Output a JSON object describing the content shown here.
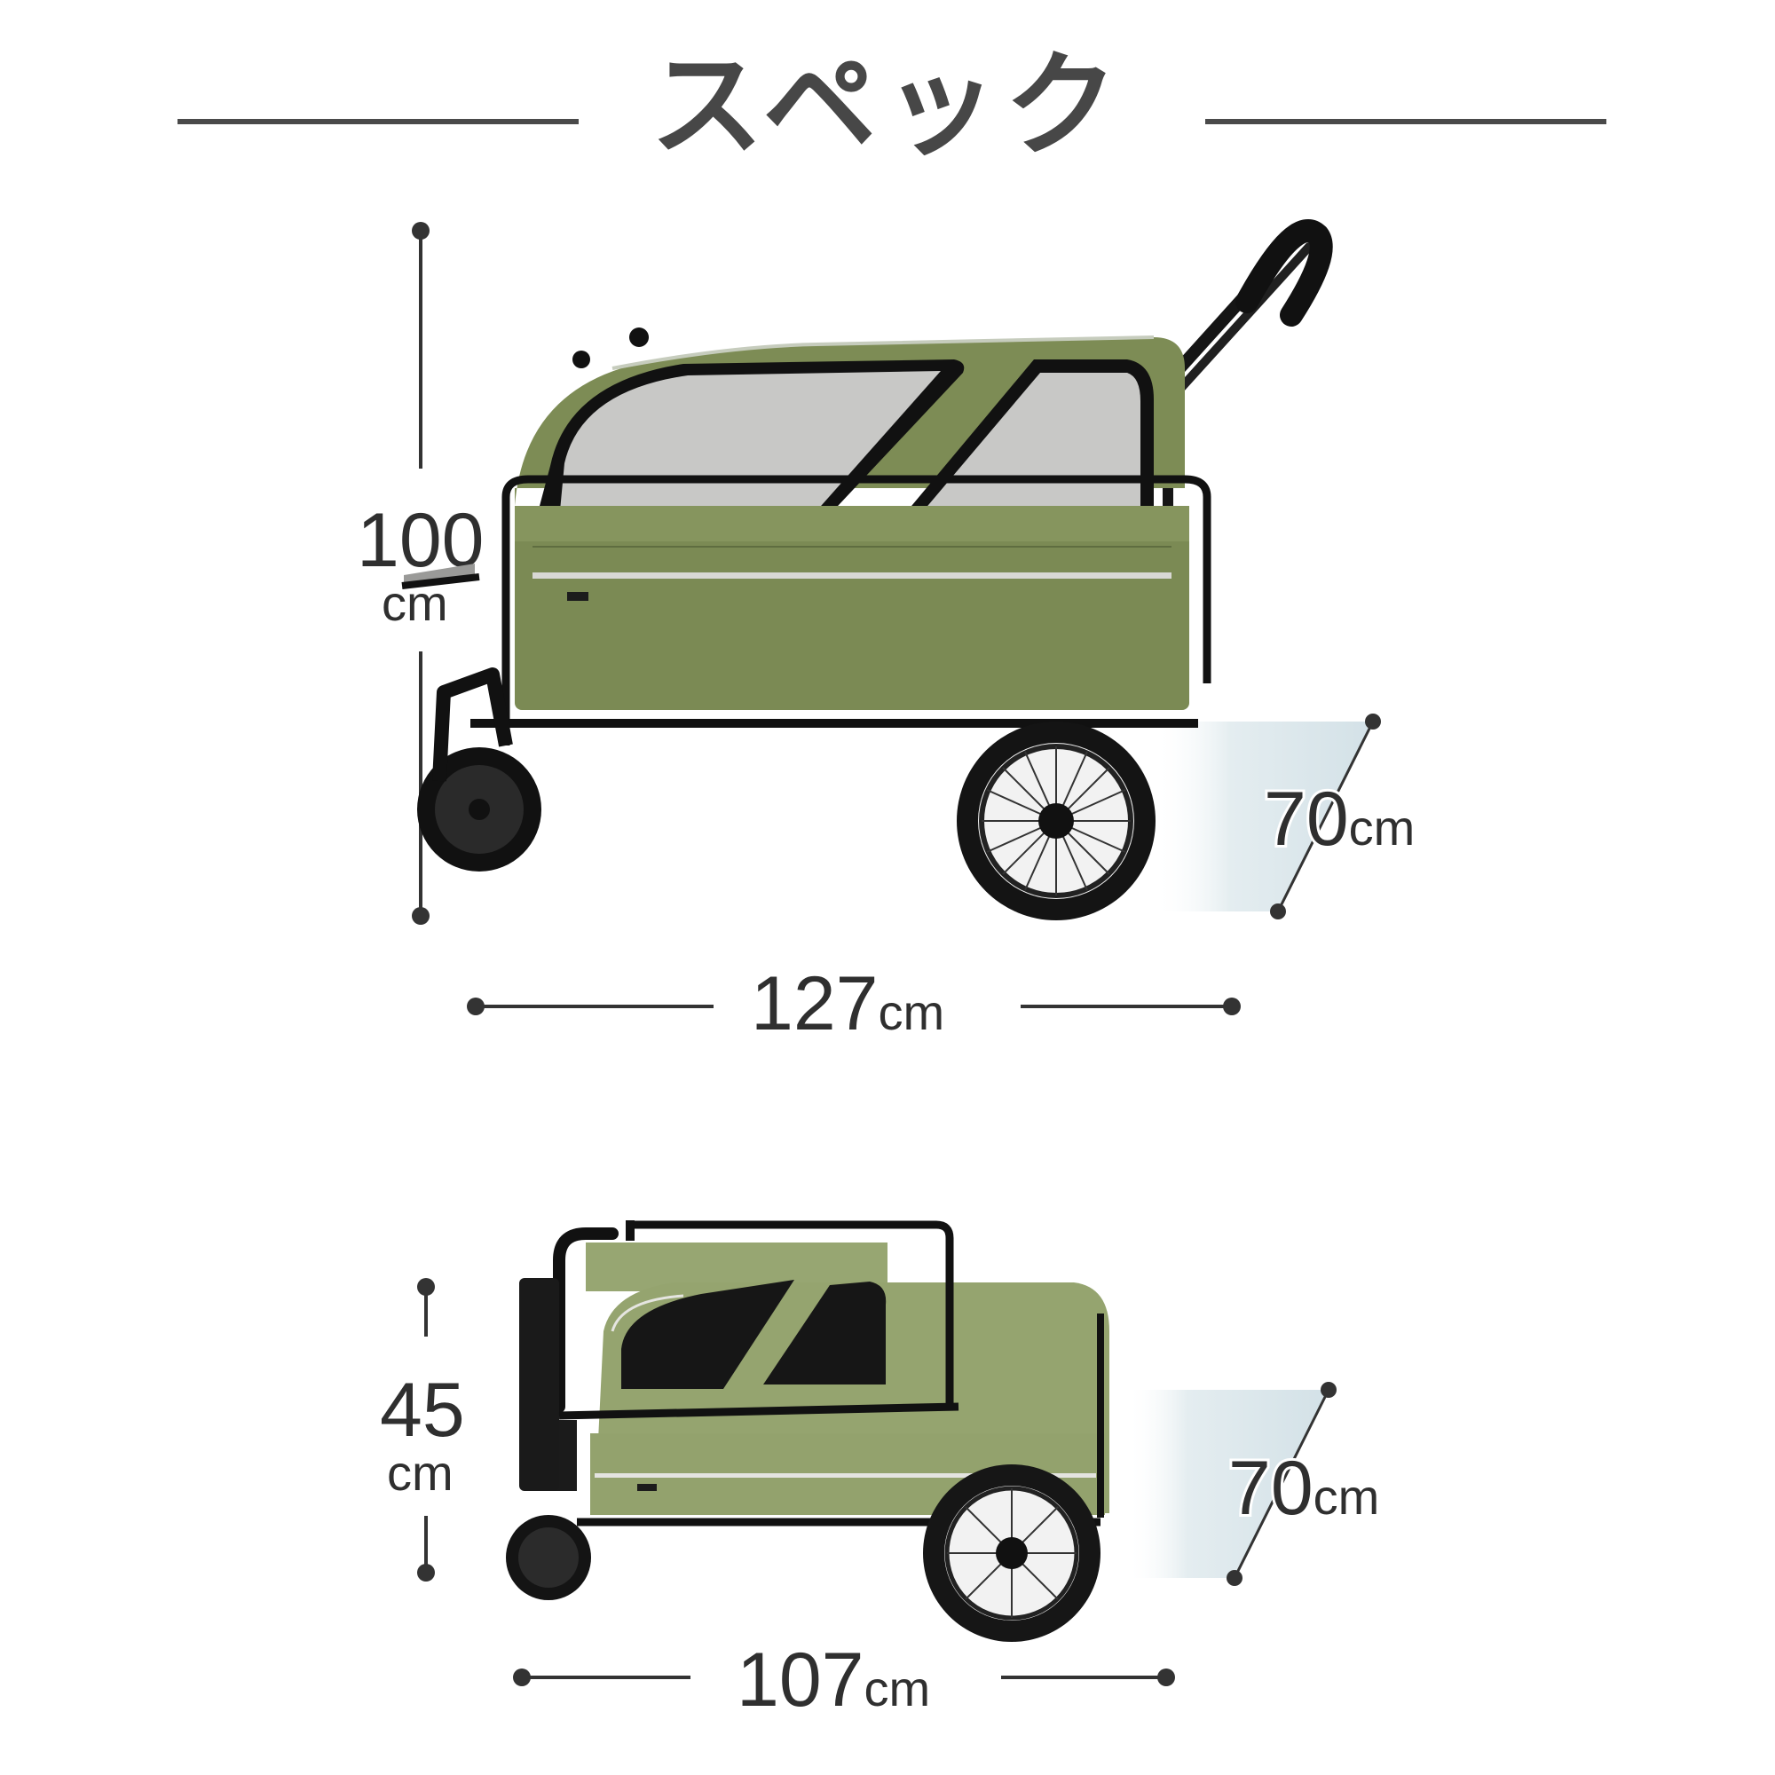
{
  "header": {
    "title": "スペック"
  },
  "colors": {
    "text": "#333333",
    "title": "#474747",
    "fabric_green": "#7f8f58",
    "fabric_green_light": "#98a672",
    "frame_black": "#141414",
    "mesh_grey": "#c9c9c6",
    "depth_panel": "#d9e5ea"
  },
  "open_state": {
    "height": {
      "value": "100",
      "unit": "cm"
    },
    "length": {
      "value": "127",
      "unit": "cm"
    },
    "width": {
      "value": "70",
      "unit": "cm"
    }
  },
  "folded_state": {
    "height": {
      "value": "45",
      "unit": "cm"
    },
    "length": {
      "value": "107",
      "unit": "cm"
    },
    "width": {
      "value": "70",
      "unit": "cm"
    }
  }
}
